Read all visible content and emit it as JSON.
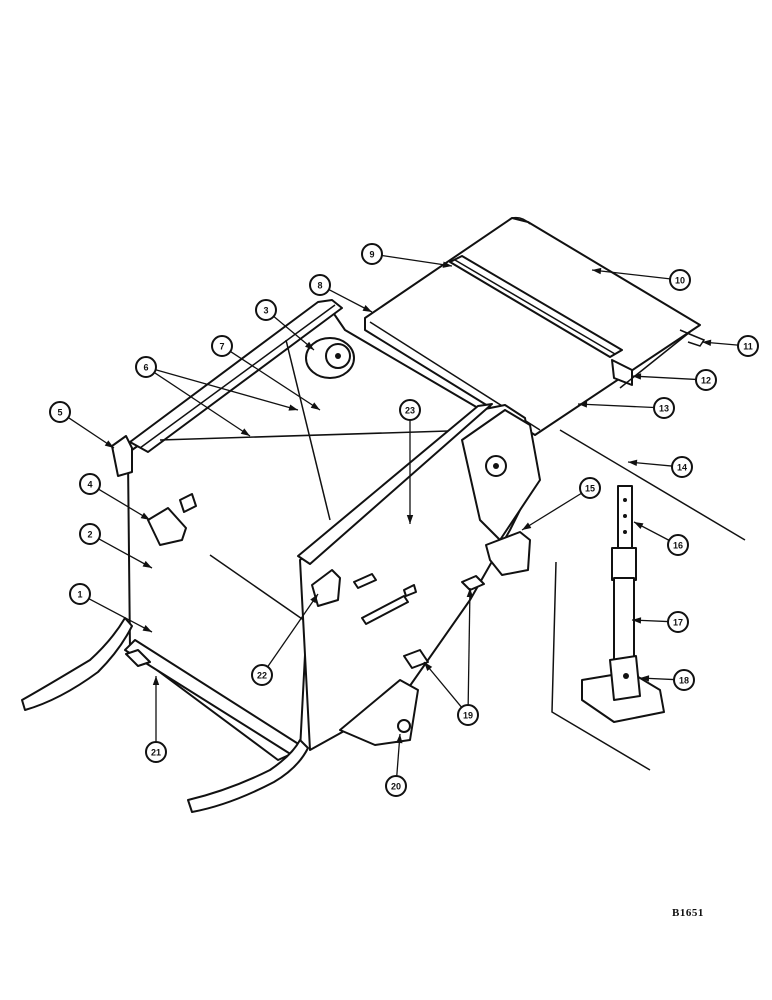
{
  "drawing_code": "B1651",
  "callouts": [
    {
      "id": "callout-1",
      "label": "1"
    },
    {
      "id": "callout-2",
      "label": "2"
    },
    {
      "id": "callout-3",
      "label": "3"
    },
    {
      "id": "callout-4",
      "label": "4"
    },
    {
      "id": "callout-5",
      "label": "5"
    },
    {
      "id": "callout-6",
      "label": "6"
    },
    {
      "id": "callout-7",
      "label": "7"
    },
    {
      "id": "callout-8",
      "label": "8"
    },
    {
      "id": "callout-9",
      "label": "9"
    },
    {
      "id": "callout-10",
      "label": "10"
    },
    {
      "id": "callout-11",
      "label": "11"
    },
    {
      "id": "callout-12",
      "label": "12"
    },
    {
      "id": "callout-13",
      "label": "13"
    },
    {
      "id": "callout-14",
      "label": "14"
    },
    {
      "id": "callout-15",
      "label": "15"
    },
    {
      "id": "callout-16",
      "label": "16"
    },
    {
      "id": "callout-17",
      "label": "17"
    },
    {
      "id": "callout-18",
      "label": "18"
    },
    {
      "id": "callout-19",
      "label": "19"
    },
    {
      "id": "callout-20",
      "label": "20"
    },
    {
      "id": "callout-21",
      "label": "21"
    },
    {
      "id": "callout-22",
      "label": "22"
    },
    {
      "id": "callout-23",
      "label": "23"
    }
  ]
}
